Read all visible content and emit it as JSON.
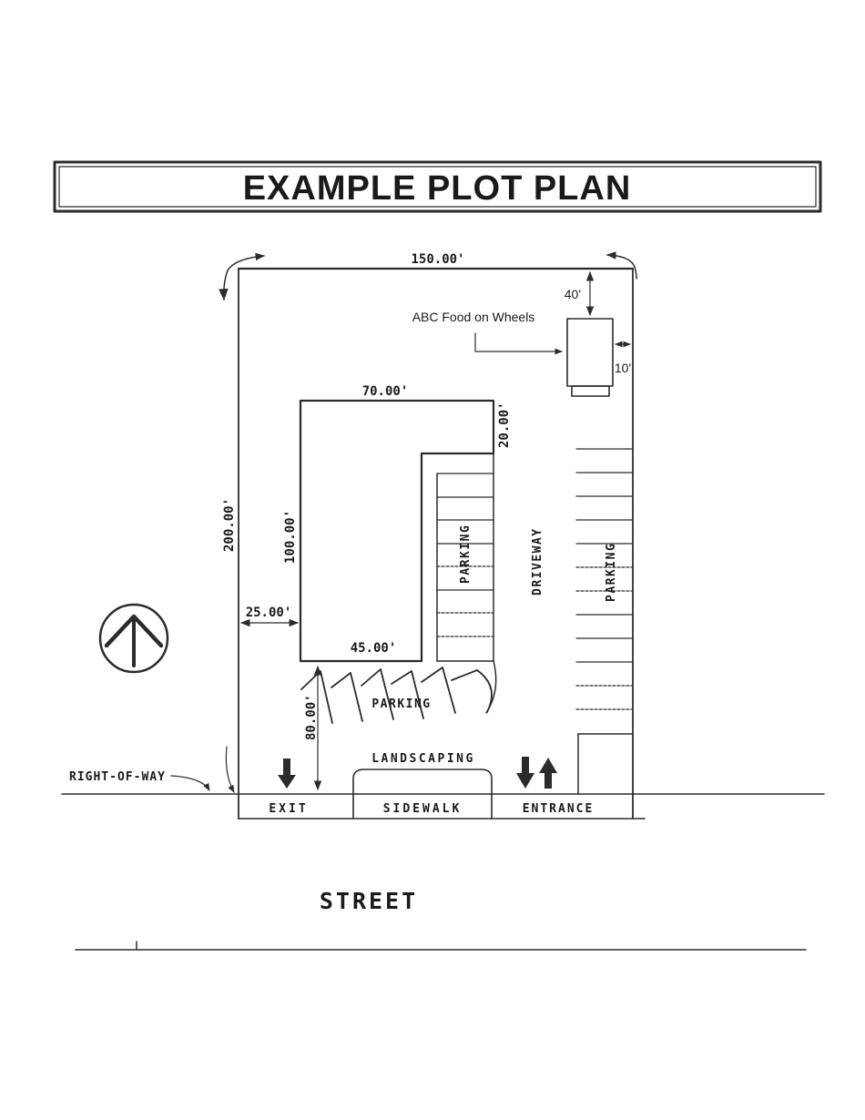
{
  "page": {
    "title": "EXAMPLE PLOT PLAN",
    "street_label": "STREET",
    "right_of_way_label": "RIGHT-OF-WAY"
  },
  "site": {
    "frontage": {
      "exit": "EXIT",
      "sidewalk": "SIDEWALK",
      "entrance": "ENTRANCE",
      "landscaping": "LANDSCAPING"
    },
    "areas": {
      "driveway": "DRIVEWAY",
      "parking_west": "PARKING",
      "parking_east": "PARKING",
      "parking_angled": "PARKING"
    },
    "food_truck": {
      "label": "ABC Food on Wheels",
      "front_setback": "40'",
      "side_setback": "10'"
    },
    "dimensions": {
      "lot_frontage": "150.00'",
      "lot_depth": "200.00'",
      "building_width": "70.00'",
      "building_depth": "100.00'",
      "building_wing_depth": "20.00'",
      "building_south_width": "45.00'",
      "west_setback": "25.00'",
      "south_yard": "80.00'"
    }
  },
  "colors": {
    "ink": "#2b2b2b",
    "paper": "#ffffff"
  }
}
